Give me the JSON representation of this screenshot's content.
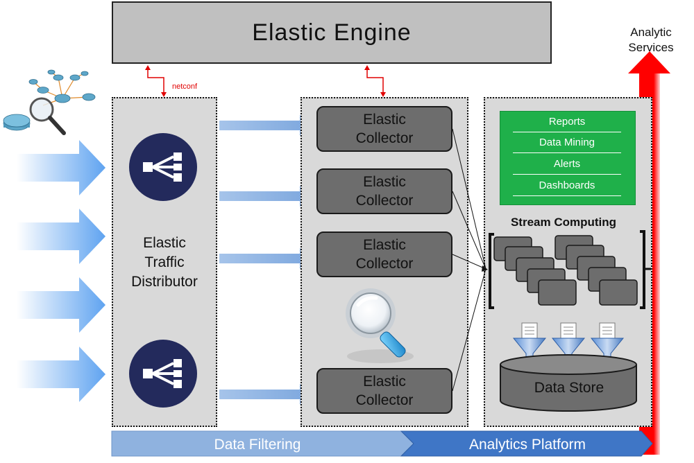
{
  "engine": {
    "title": "Elastic Engine"
  },
  "netconf_label": "netconf",
  "distributor": {
    "label_lines": [
      "Elastic",
      "Traffic",
      "Distributor"
    ]
  },
  "collectors": [
    {
      "line1": "Elastic",
      "line2": "Collector"
    },
    {
      "line1": "Elastic",
      "line2": "Collector"
    },
    {
      "line1": "Elastic",
      "line2": "Collector"
    },
    {
      "line1": "Elastic",
      "line2": "Collector"
    }
  ],
  "reports": {
    "items": [
      "Reports",
      "Data Mining",
      "Alerts",
      "Dashboards"
    ]
  },
  "stream_computing": "Stream Computing",
  "data_store": "Data Store",
  "analytic_services": {
    "line1": "Analytic",
    "line2": "Services"
  },
  "bottom_bar": {
    "left": "Data Filtering",
    "right": "Analytics Platform"
  },
  "colors": {
    "engine_fill": "#c0c0c0",
    "panel_fill": "#d9d9d9",
    "collector_fill": "#6d6d6d",
    "report_fill": "#1fb04a",
    "distributor_circle": "#232a5c",
    "arrow_blue": "#8fb4e3",
    "red_arrow": "#ff0000",
    "bar_left": "#8fb2df",
    "bar_right": "#3f76c6"
  },
  "icons": [
    "network-topology-icon",
    "distributor-icon",
    "magnifier-icon",
    "funnel-document-icon"
  ]
}
